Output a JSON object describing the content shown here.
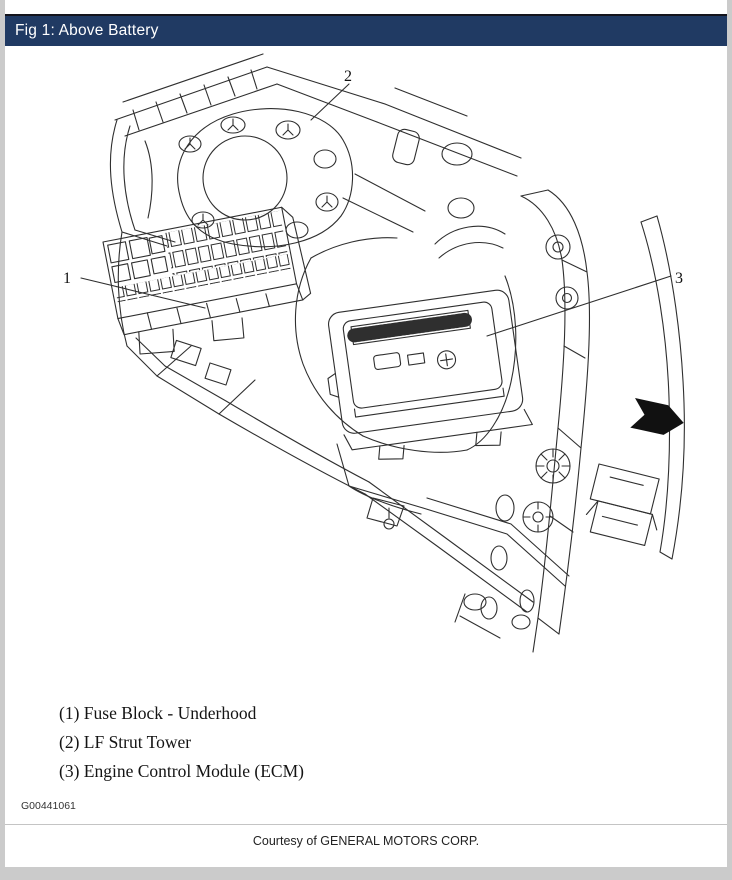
{
  "colors": {
    "header_bg": "#203a63",
    "header_text": "#ffffff",
    "diagram_line": "#2f2f2f"
  },
  "header": {
    "title": "Fig 1: Above Battery"
  },
  "figure": {
    "callouts": [
      {
        "num": "1",
        "text": "(1) Fuse Block - Underhood"
      },
      {
        "num": "2",
        "text": "(2) LF Strut Tower"
      },
      {
        "num": "3",
        "text": "(3) Engine Control Module (ECM)"
      }
    ],
    "id_code": "G00441061",
    "courtesy": "Courtesy of GENERAL MOTORS CORP."
  }
}
